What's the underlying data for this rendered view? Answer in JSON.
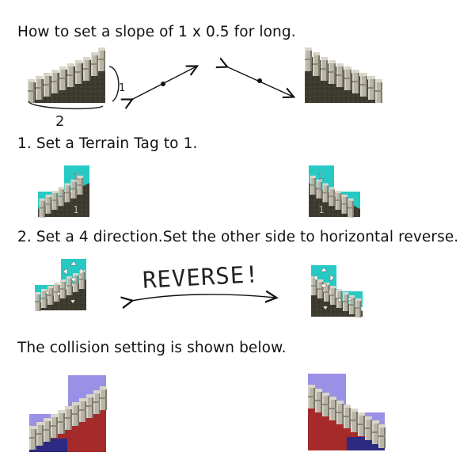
{
  "headings": {
    "intro": "How to set a slope of 1 x 0.5 for long.",
    "step1": "1. Set a Terrain Tag to 1.",
    "step2": "2. Set a 4 direction.Set the other side to horizontal reverse.",
    "collision": "The collision setting is shown below."
  },
  "annotations": {
    "width_label": "2",
    "height_label": "1",
    "reverse_label": "REVERSE!",
    "terrain_tag_value": "1"
  },
  "icons": [
    "stairs-tile",
    "double-arrow-icon",
    "direction-arrows-icon"
  ],
  "colors": {
    "stone": "#b8b4a6",
    "dirt": "#3c3a30",
    "terrain_highlight": "#27c9c4",
    "passable": "#9a90e6",
    "blocked_lower": "#2c2a82",
    "blocked": "#a52a2a"
  }
}
